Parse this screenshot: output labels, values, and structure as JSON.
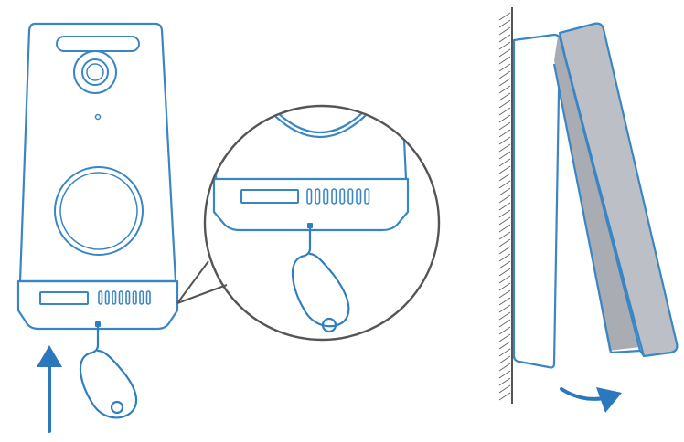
{
  "colors": {
    "outline": "#3a86c4",
    "pin_blue": "#2f7fc0",
    "arrow_blue": "#2b78bd",
    "wall": "#555555",
    "hatch": "#666666",
    "magnifier": "#555555",
    "panel_gray": "#bcc0c6",
    "panel_gray_dark": "#a9adb3",
    "background": "#ffffff"
  },
  "figure": {
    "panels": [
      {
        "id": "doorbell-front",
        "icon": "doorbell-icon"
      },
      {
        "id": "magnified-bottom",
        "icon": "magnifier-icon"
      },
      {
        "id": "side-view",
        "icon": "wall-mount-icon"
      }
    ],
    "arrows": [
      {
        "id": "push-up",
        "icon": "up-arrow-icon"
      },
      {
        "id": "tilt-out",
        "icon": "curved-arrow-icon"
      }
    ],
    "tool": {
      "icon": "eject-pin-icon"
    },
    "vent_slots": 8
  }
}
